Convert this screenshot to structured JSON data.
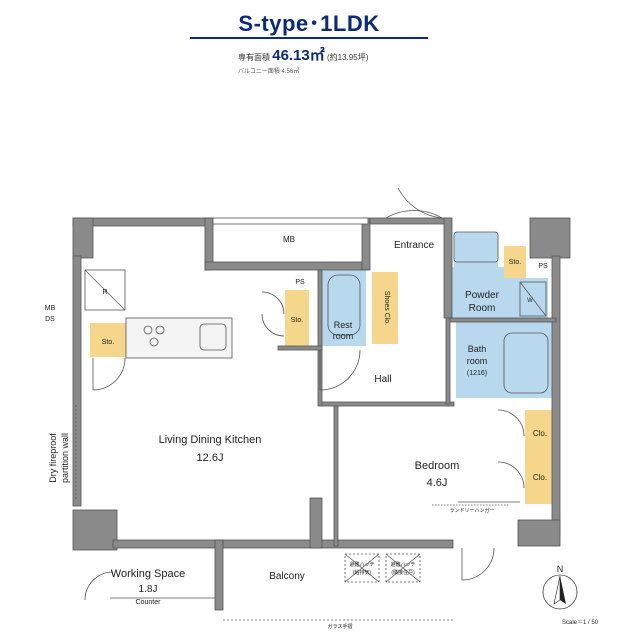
{
  "header": {
    "title": "S-type･1LDK",
    "area_prefix": "専有面積",
    "area_value": "46.13㎡",
    "area_tsubo": "(約13.95坪)",
    "balcony_area": "バルコニー面積 4.56㎡"
  },
  "rooms": {
    "mb_top": "MB",
    "mb_left": "MB",
    "ds_left": "DS",
    "entrance": "Entrance",
    "sto_top_right": "Sto.",
    "ps_top_right": "PS",
    "powder_room_1": "Powder",
    "powder_room_2": "Room",
    "washer": "W",
    "ps_mid": "PS",
    "sto_mid": "Sto.",
    "rest_room_1": "Rest",
    "rest_room_2": "room",
    "shoes_clo": "Shoes Clo.",
    "sto_kitchen": "Sto.",
    "refrigerator": "R",
    "bath_1": "Bath",
    "bath_2": "room",
    "bath_size": "(1216)",
    "hall": "Hall",
    "ldk_name": "Living Dining Kitchen",
    "ldk_size": "12.6J",
    "bedroom_name": "Bedroom",
    "bedroom_size": "4.6J",
    "clo_1": "Clo.",
    "clo_2": "Clo.",
    "laundry_hanger": "ランドリーハンガー",
    "partition_1": "Dry fireproof",
    "partition_2": "partition wall",
    "working_space": "Working Space",
    "working_size": "1.8J",
    "counter": "Counter",
    "balcony": "Balcony",
    "hatch_1a": "避難ハッチ",
    "hatch_1b": "(給排気)",
    "hatch_2a": "避難ハッチ",
    "hatch_2b": "(隣接住戸)",
    "glass_rail": "ガラス手摺",
    "north": "N",
    "scale": "Scale＝1 / 50"
  },
  "colors": {
    "wall": "#8a8a8a",
    "wet_blue": "#b8d8ee",
    "storage_yellow": "#f5d68a",
    "title_blue": "#0a2a7a"
  }
}
